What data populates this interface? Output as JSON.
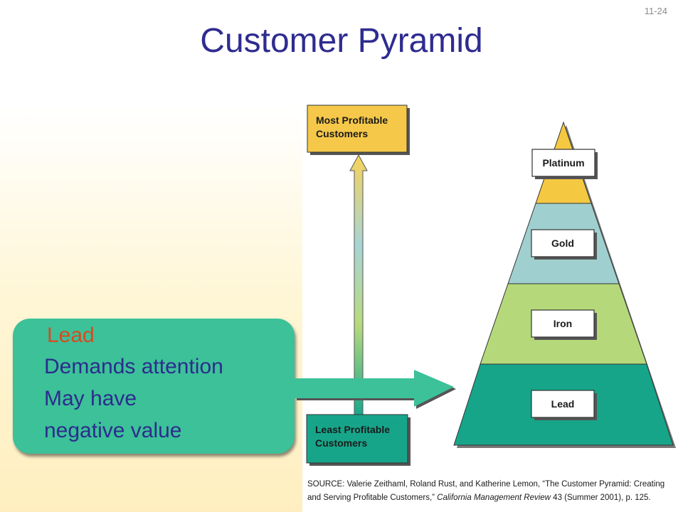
{
  "slide_number": "11-24",
  "title": "Customer Pyramid",
  "callout": {
    "heading": "Lead",
    "lines": [
      "Demands attention",
      "May have",
      "negative value"
    ]
  },
  "axis": {
    "top_box": [
      "Most Profitable",
      "Customers"
    ],
    "bottom_box": [
      "Least Profitable",
      "Customers"
    ]
  },
  "pyramid": {
    "tiers": [
      {
        "label": "Platinum",
        "color": "#f5c842"
      },
      {
        "label": "Gold",
        "color": "#9fd0cf"
      },
      {
        "label": "Iron",
        "color": "#b5d97a"
      },
      {
        "label": "Lead",
        "color": "#17a58a"
      }
    ]
  },
  "source": {
    "prefix": "SOURCE: Valerie Zeithaml, Roland Rust, and Katherine Lemon, “The Customer Pyramid: Creating and Serving Profitable Customers,” ",
    "journal": "California Management Review",
    "suffix": " 43 (Summer 2001), p. 125."
  }
}
